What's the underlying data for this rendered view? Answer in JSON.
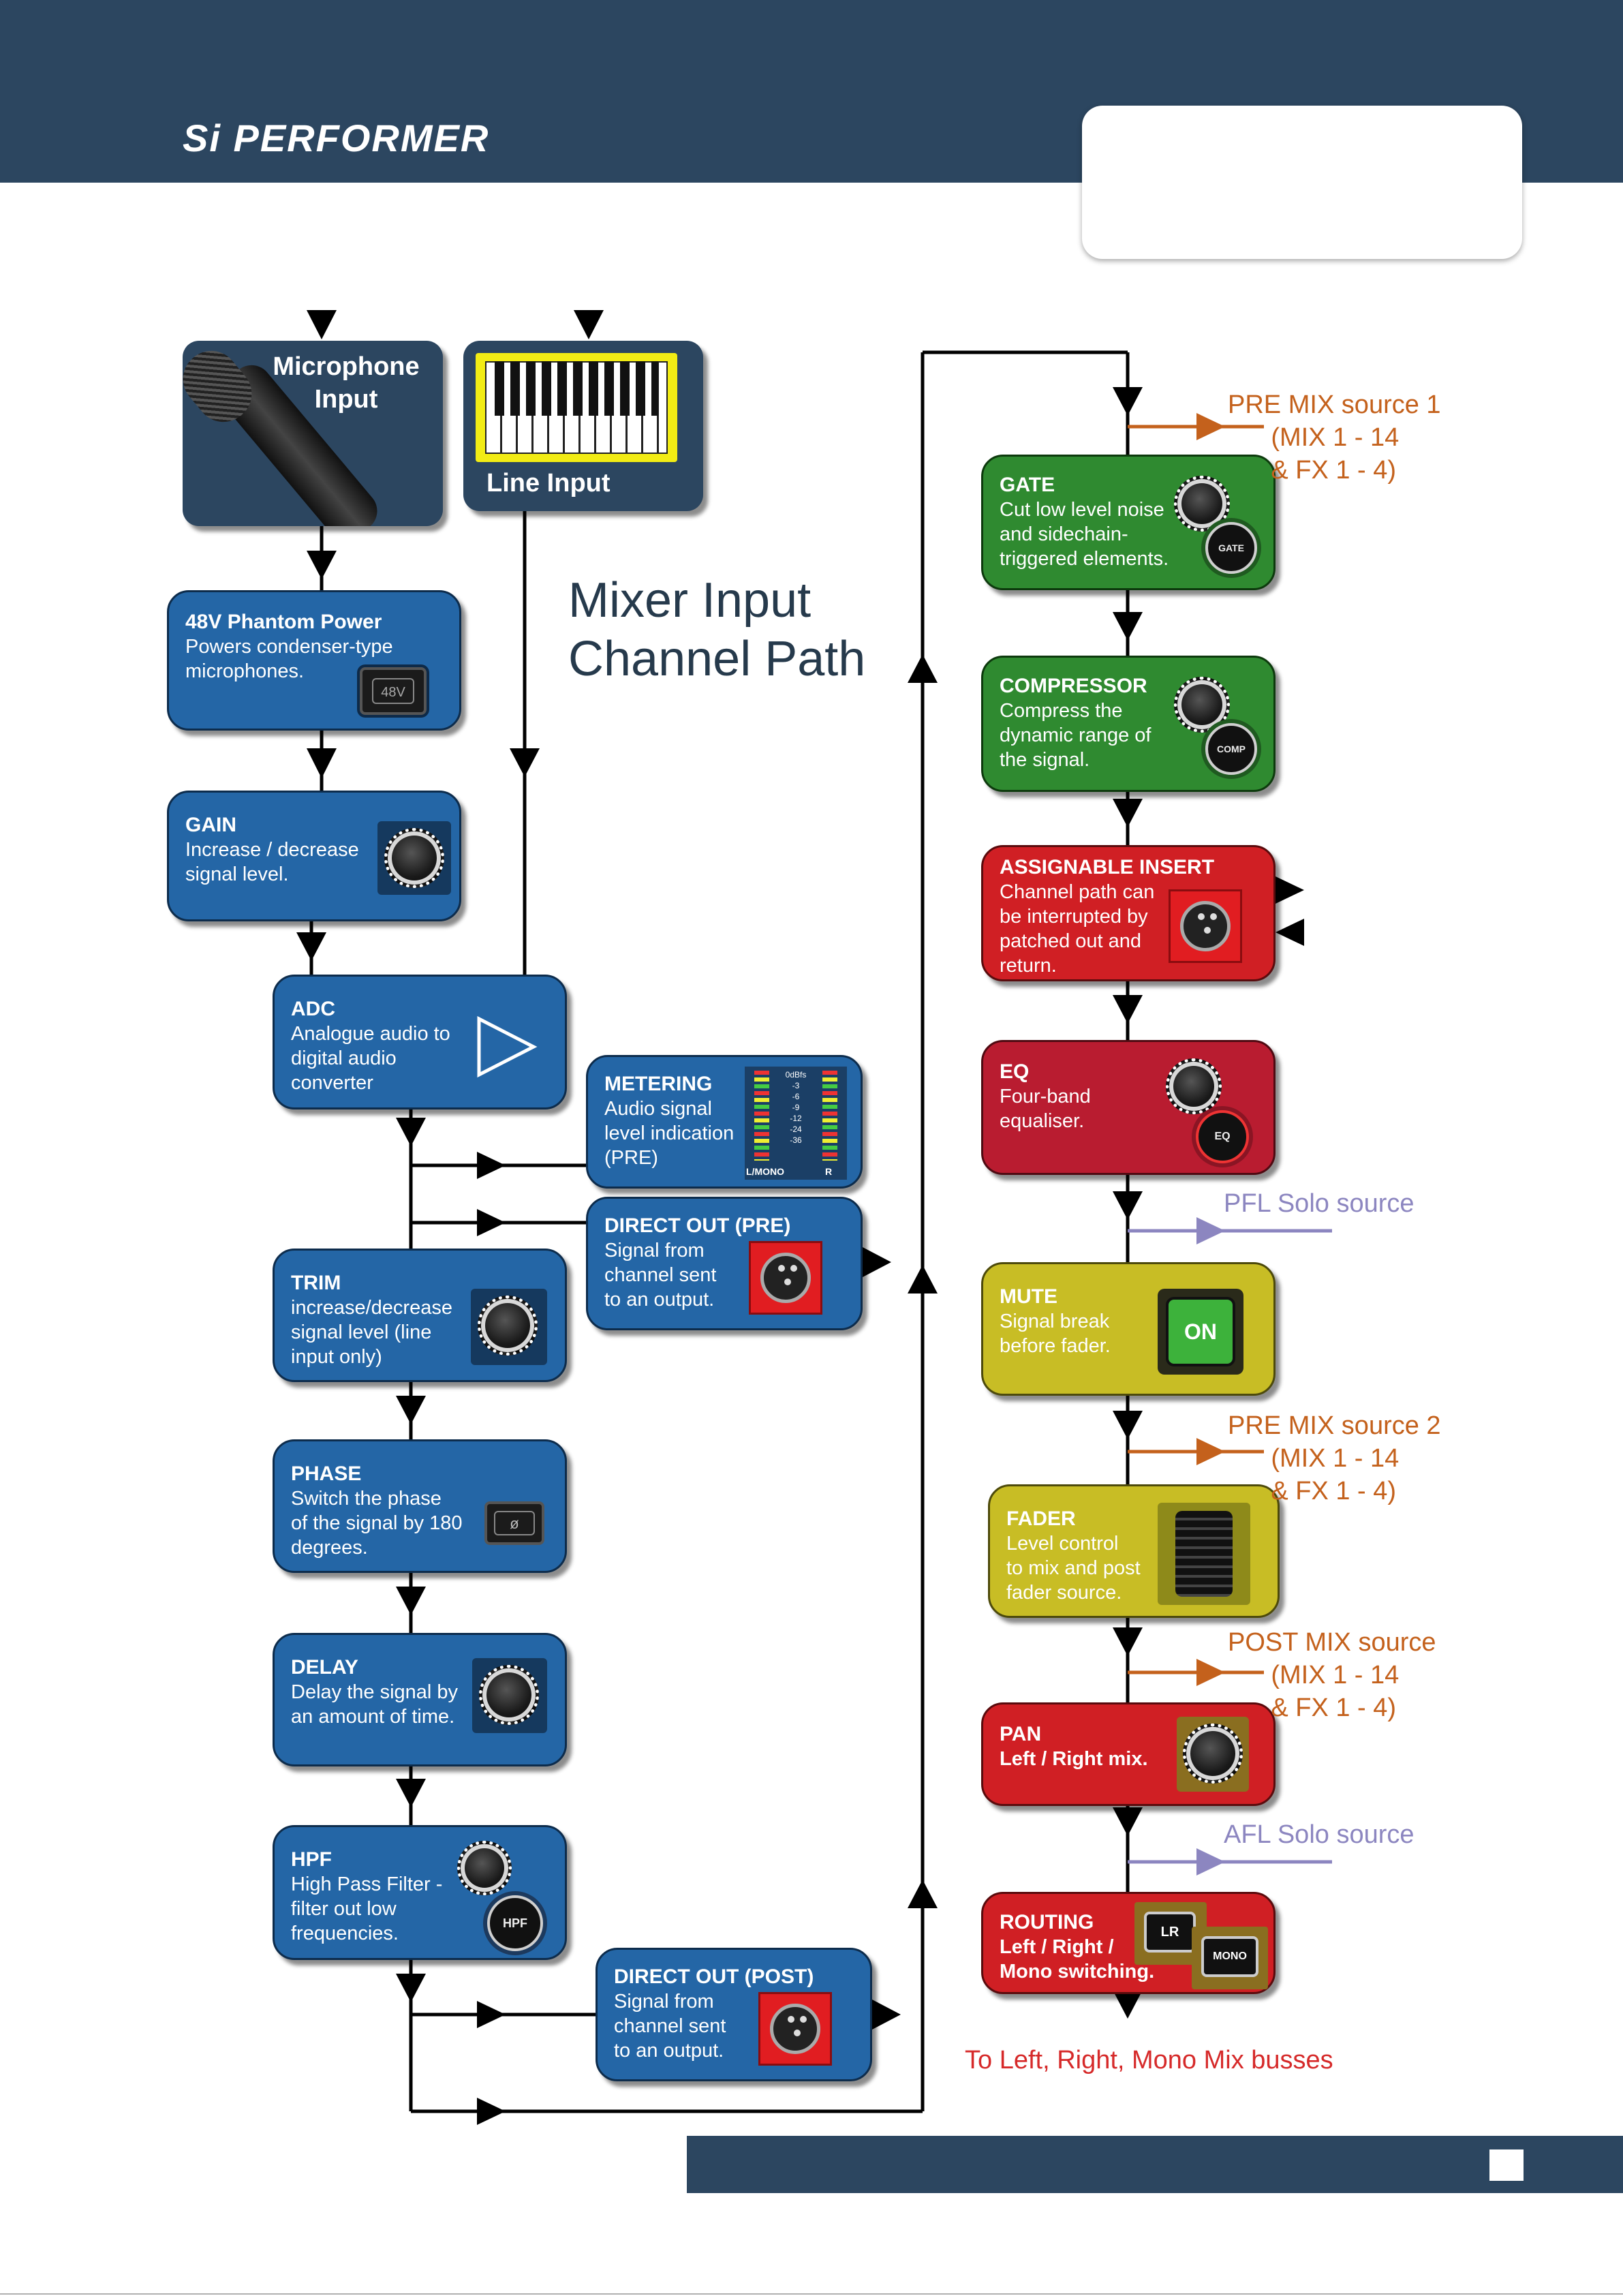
{
  "header": {
    "brand": "Si PERFORMER"
  },
  "diagram_title": "Mixer Input\nChannel Path",
  "inputs": {
    "microphone": {
      "label": "Microphone\nInput"
    },
    "line": {
      "label": "Line Input"
    }
  },
  "blocks": {
    "phantom": {
      "title": "48V Phantom Power",
      "desc": "Powers condenser-type\nmicrophones.",
      "icon_label": "48V"
    },
    "gain": {
      "title": "GAIN",
      "desc": "Increase / decrease\nsignal level."
    },
    "adc": {
      "title": "ADC",
      "desc": "Analogue audio to\ndigital audio\nconverter"
    },
    "metering": {
      "title": "METERING",
      "desc": "Audio signal\nlevel indication\n(PRE)",
      "scale": [
        "0dBfs",
        "-3",
        "-6",
        "-9",
        "-12",
        "-24",
        "-36"
      ],
      "left_label": "L/MONO",
      "right_label": "R"
    },
    "direct_out_pre": {
      "title": "DIRECT OUT (PRE)",
      "desc": "Signal from\nchannel sent\nto an output."
    },
    "trim": {
      "title": "TRIM",
      "desc": "increase/decrease\nsignal level (line\ninput only)"
    },
    "phase": {
      "title": "PHASE",
      "desc": "Switch the phase\nof the signal by 180\ndegrees.",
      "icon_label": "ø"
    },
    "delay": {
      "title": "DELAY",
      "desc": "Delay the signal by\nan amount of time."
    },
    "hpf": {
      "title": "HPF",
      "desc": "High Pass Filter -\nfilter out low\nfrequencies.",
      "icon_label": "HPF"
    },
    "direct_out_post": {
      "title": "DIRECT OUT (POST)",
      "desc": "Signal from\nchannel sent\nto an output."
    },
    "gate": {
      "title": "GATE",
      "desc": "Cut low level noise\nand sidechain-\ntriggered elements.",
      "icon_label": "GATE"
    },
    "compressor": {
      "title": "COMPRESSOR",
      "desc": "Compress the\ndynamic range of\nthe signal.",
      "icon_label": "COMP"
    },
    "insert": {
      "title": "ASSIGNABLE INSERT",
      "desc": "Channel path can\nbe interrupted by\npatched out and\nreturn."
    },
    "eq": {
      "title": "EQ",
      "desc": "Four-band\nequaliser.",
      "icon_label": "EQ"
    },
    "mute": {
      "title": "MUTE",
      "desc": "Signal break\nbefore fader.",
      "icon_label": "ON"
    },
    "fader": {
      "title": "FADER",
      "desc": "Level control\nto mix and post\nfader source."
    },
    "pan": {
      "title": "PAN",
      "desc": "Left / Right mix."
    },
    "routing": {
      "title": "ROUTING",
      "desc": "Left / Right /\nMono switching.",
      "lr_label": "LR",
      "mono_label": "MONO"
    }
  },
  "side_labels": {
    "pre_mix_1": "PRE MIX source 1\n      (MIX 1 - 14\n      & FX 1 - 4)",
    "pfl": "PFL Solo source",
    "pre_mix_2": "PRE MIX source 2\n      (MIX 1 - 14\n      & FX 1 - 4)",
    "post_mix": "POST MIX source\n      (MIX 1 - 14\n      & FX 1 - 4)",
    "afl": "AFL Solo source",
    "busses": "To Left, Right, Mono Mix busses"
  },
  "colors": {
    "navy": "#2c4660",
    "blue_block": "#2466a6",
    "green_block": "#2f8a30",
    "red_block": "#d01f24",
    "yellow_block": "#c8bd25",
    "orange_label": "#c4611c",
    "purple_label": "#8c86c0"
  }
}
